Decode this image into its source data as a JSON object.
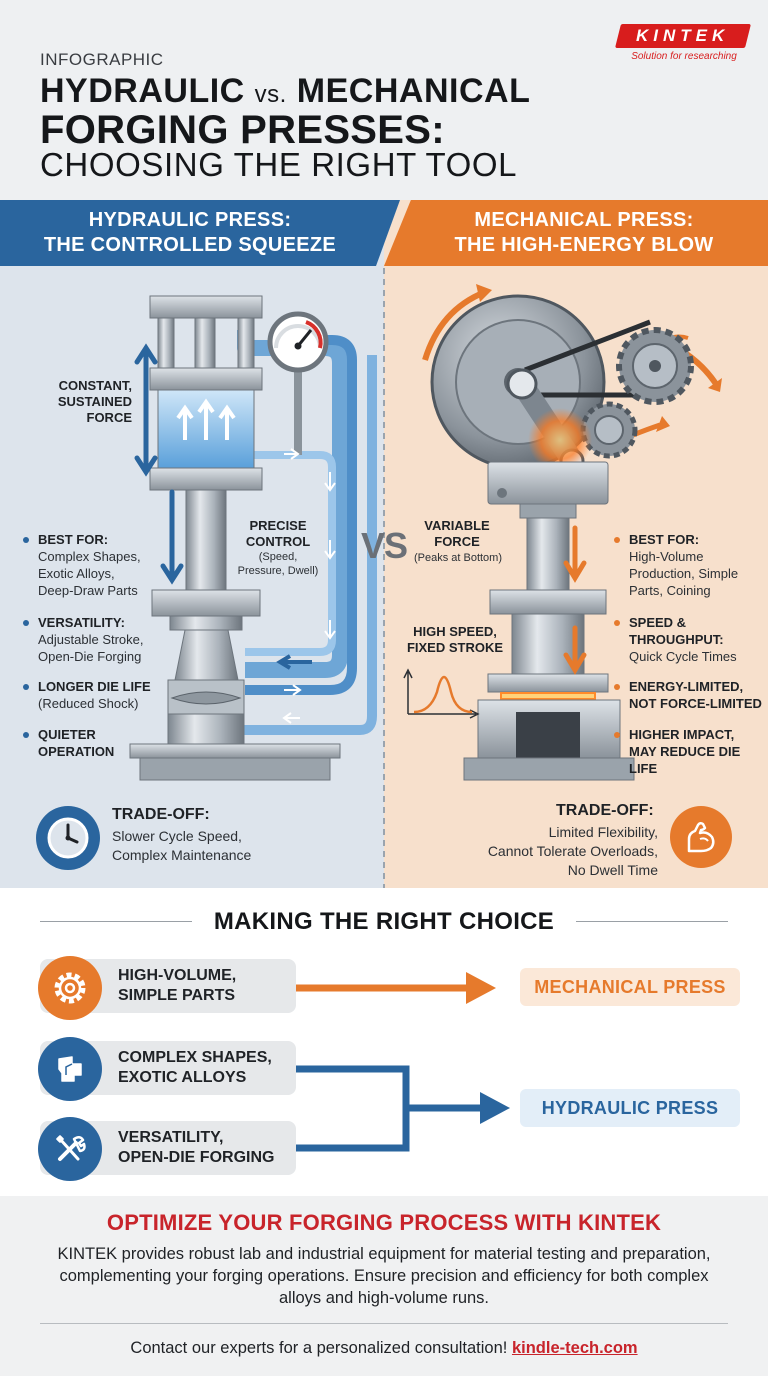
{
  "header": {
    "kicker": "INFOGRAPHIC",
    "title_part1": "HYDRAULIC",
    "title_vs": "vs.",
    "title_part2": "MECHANICAL",
    "title_line2": "FORGING PRESSES:",
    "subtitle": "CHOOSING THE RIGHT TOOL"
  },
  "brand": {
    "name": "KINTEK",
    "tagline": "Solution for researching",
    "color": "#d81d1d"
  },
  "hydraulic": {
    "heading_line1": "HYDRAULIC PRESS:",
    "heading_line2": "THE CONTROLLED SQUEEZE",
    "color": "#2a659e",
    "force_label": [
      "CONSTANT,",
      "SUSTAINED",
      "FORCE"
    ],
    "control_label": [
      "PRECISE",
      "CONTROL"
    ],
    "control_sub": [
      "(Speed,",
      "Pressure, Dwell)"
    ],
    "bullets": [
      {
        "title": "BEST FOR:",
        "text": [
          "Complex Shapes,",
          "Exotic Alloys,",
          "Deep-Draw Parts"
        ]
      },
      {
        "title": "VERSATILITY:",
        "text": [
          "Adjustable Stroke,",
          "Open-Die Forging"
        ]
      },
      {
        "title": "LONGER DIE LIFE",
        "text": [
          "(Reduced Shock)"
        ]
      },
      {
        "title": "QUIETER",
        "text": [
          "OPERATION"
        ]
      }
    ],
    "tradeoff_title": "TRADE-OFF:",
    "tradeoff_text": [
      "Slower Cycle Speed,",
      "Complex Maintenance"
    ],
    "tradeoff_icon": "clock-icon"
  },
  "mechanical": {
    "heading_line1": "MECHANICAL PRESS:",
    "heading_line2": "THE HIGH-ENERGY BLOW",
    "color": "#e67a2c",
    "force_label": [
      "VARIABLE",
      "FORCE"
    ],
    "force_sub": "(Peaks at Bottom)",
    "speed_label": [
      "HIGH SPEED,",
      "FIXED STROKE"
    ],
    "bullets": [
      {
        "title": "BEST FOR:",
        "text": [
          "High-Volume",
          "Production, Simple",
          "Parts, Coining"
        ]
      },
      {
        "title": "SPEED &",
        "text": [
          "THROUGHPUT:",
          "Quick Cycle Times"
        ]
      },
      {
        "title": "ENERGY-LIMITED,",
        "text": [
          "NOT FORCE-LIMITED"
        ]
      },
      {
        "title": "HIGHER IMPACT,",
        "text": [
          "MAY REDUCE DIE LIFE"
        ]
      }
    ],
    "tradeoff_title": "TRADE-OFF:",
    "tradeoff_text": [
      "Limited Flexibility,",
      "Cannot Tolerate Overloads,",
      "No Dwell Time"
    ],
    "tradeoff_icon": "flexed-arm-icon"
  },
  "vs_label": "VS",
  "choice": {
    "title": "MAKING THE RIGHT CHOICE",
    "rows": [
      {
        "label": [
          "HIGH-VOLUME,",
          "SIMPLE PARTS"
        ],
        "icon": "gear-icon",
        "color": "#e67a2c"
      },
      {
        "label": [
          "COMPLEX SHAPES,",
          "EXOTIC ALLOYS"
        ],
        "icon": "forged-part-icon",
        "color": "#2a659e"
      },
      {
        "label": [
          "VERSATILITY,",
          "OPEN-DIE FORGING"
        ],
        "icon": "wrench-screwdriver-icon",
        "color": "#2a659e"
      }
    ],
    "results": {
      "mechanical": "MECHANICAL PRESS",
      "hydraulic": "HYDRAULIC PRESS"
    }
  },
  "cta": {
    "title": "OPTIMIZE YOUR FORGING PROCESS WITH KINTEK",
    "body": "KINTEK provides robust lab and industrial equipment for material testing and preparation, complementing your forging operations. Ensure precision and efficiency for both complex alloys and high-volume runs.",
    "contact": "Contact our experts for a personalized consultation!",
    "link": "kindle-tech.com"
  }
}
